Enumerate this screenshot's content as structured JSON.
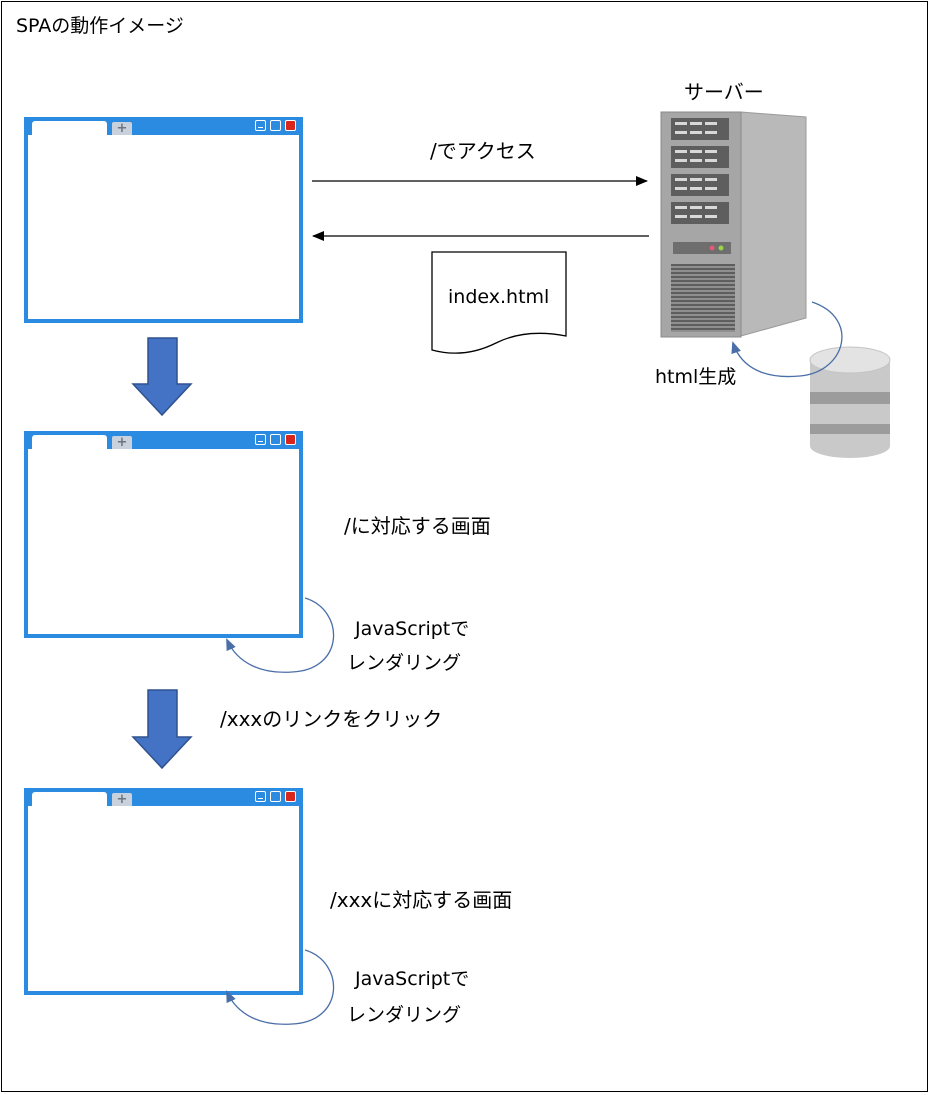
{
  "title": "SPAの動作イメージ",
  "server": {
    "label": "サーバー"
  },
  "request": {
    "label": "/でアクセス"
  },
  "response": {
    "document_label": "index.html"
  },
  "html_generation": {
    "label": "html生成"
  },
  "screen_root": {
    "label": "/に対応する画面"
  },
  "render_1": {
    "line1": "JavaScriptで",
    "line2": "レンダリング"
  },
  "click_link": {
    "label": "/xxxのリンクをクリック"
  },
  "screen_xxx": {
    "label": "/xxxに対応する画面"
  },
  "render_2": {
    "line1": "JavaScriptで",
    "line2": "レンダリング"
  },
  "browser_tab_plus": "+",
  "colors": {
    "browser_frame": "#2a8be0",
    "flow_arrow": "#4472c4",
    "curved_arrow": "#4a6fa8",
    "close_button": "#d9261c"
  },
  "icons": [
    "browser-window-icon",
    "server-tower-icon",
    "database-icon",
    "document-icon"
  ]
}
